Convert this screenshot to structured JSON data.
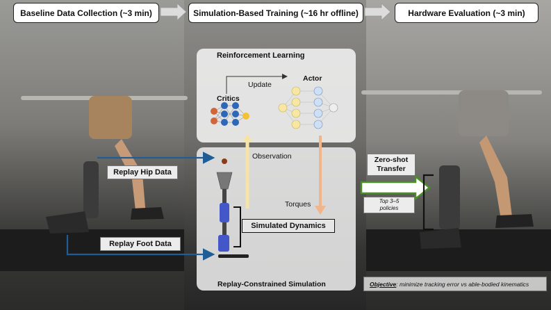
{
  "stages": [
    {
      "label": "Baseline Data Collection (~3 min)"
    },
    {
      "label": "Simulation-Based Training (~16 hr offline)"
    },
    {
      "label": "Hardware Evaluation (~3 min)"
    }
  ],
  "rl_panel": {
    "title": "Reinforcement Learning",
    "update_label": "Update",
    "actor_label": "Actor",
    "critics_label": "Critics"
  },
  "sim_panel": {
    "title": "Replay-Constrained Simulation",
    "observation_label": "Observation",
    "torques_label": "Torques",
    "simulated_dynamics_label": "Simulated Dynamics"
  },
  "replay": {
    "hip_label": "Replay Hip Data",
    "foot_label": "Replay Foot Data"
  },
  "transfer": {
    "title_line1": "Zero-shot",
    "title_line2": "Transfer",
    "policies_line1": "Top 3–5",
    "policies_line2": "policies"
  },
  "objective": {
    "prefix": "Objective",
    "text": ": minimize tracking error vs able-bodied kinematics"
  },
  "colors": {
    "hip_arrow": "#4aa3df",
    "torque_arrow": "#f0b58a",
    "observation_arrow": "#f6e3a6",
    "transfer_arrow_border": "#4a8f2a",
    "critic_blue": "#2e66b8",
    "critic_orange": "#d0663a",
    "critic_yellow": "#f2c232",
    "actor_yellow": "#f7e7a3",
    "actor_blue": "#cfe0f5",
    "prosthesis_blue": "#4457c9"
  }
}
